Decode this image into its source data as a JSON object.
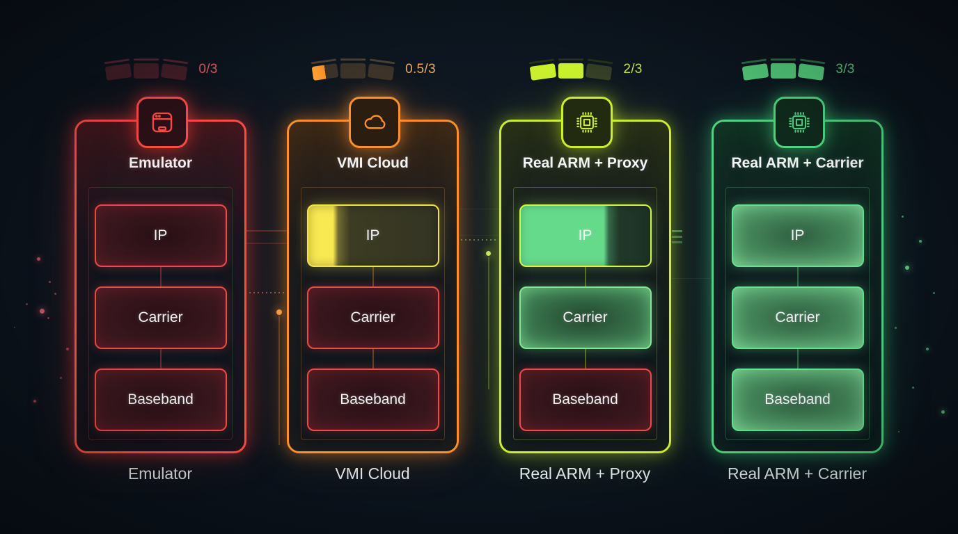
{
  "columns": [
    {
      "id": "emulator",
      "score": "0/3",
      "gauge": {
        "filled": 0,
        "total": 3
      },
      "icon": "app-window-icon",
      "accent": "#ff4b45",
      "title": "Emulator",
      "layers": [
        {
          "label": "IP"
        },
        {
          "label": "Carrier"
        },
        {
          "label": "Baseband"
        }
      ],
      "footer": "Emulator"
    },
    {
      "id": "vmi-cloud",
      "score": "0.5/3",
      "gauge": {
        "filled": 0.5,
        "total": 3
      },
      "icon": "cloud-icon",
      "accent": "#ff8f2b",
      "title": "VMI Cloud",
      "layers": [
        {
          "label": "IP"
        },
        {
          "label": "Carrier"
        },
        {
          "label": "Baseband"
        }
      ],
      "footer": "VMI Cloud"
    },
    {
      "id": "real-arm-proxy",
      "score": "2/3",
      "gauge": {
        "filled": 2,
        "total": 3
      },
      "icon": "chip-icon",
      "accent": "#cdee2f",
      "title": "Real ARM + Proxy",
      "layers": [
        {
          "label": "IP"
        },
        {
          "label": "Carrier"
        },
        {
          "label": "Baseband"
        }
      ],
      "footer": "Real ARM + Proxy"
    },
    {
      "id": "real-arm-carrier",
      "score": "3/3",
      "gauge": {
        "filled": 3,
        "total": 3
      },
      "icon": "chip-icon",
      "accent": "#4fd47f",
      "title": "Real ARM + Carrier",
      "layers": [
        {
          "label": "IP"
        },
        {
          "label": "Carrier"
        },
        {
          "label": "Baseband"
        }
      ],
      "footer": "Real ARM + Carrier"
    }
  ]
}
